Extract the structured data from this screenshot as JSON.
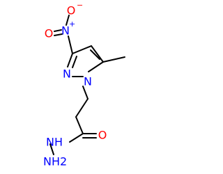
{
  "molecule": {
    "labels": {
      "nitro_o_top": "O",
      "nitro_o_top_charge": "−",
      "nitro_o_left": "O",
      "nitro_n": "N",
      "nitro_n_charge": "+",
      "ring_n2": "N",
      "ring_n1": "N",
      "carbonyl_o": "O",
      "hydrazide_nh": "NH",
      "hydrazide_nh2": "NH2"
    },
    "colors": {
      "bond": "#000000",
      "oxygen": "#ff0000",
      "nitrogen": "#0000ff"
    }
  }
}
